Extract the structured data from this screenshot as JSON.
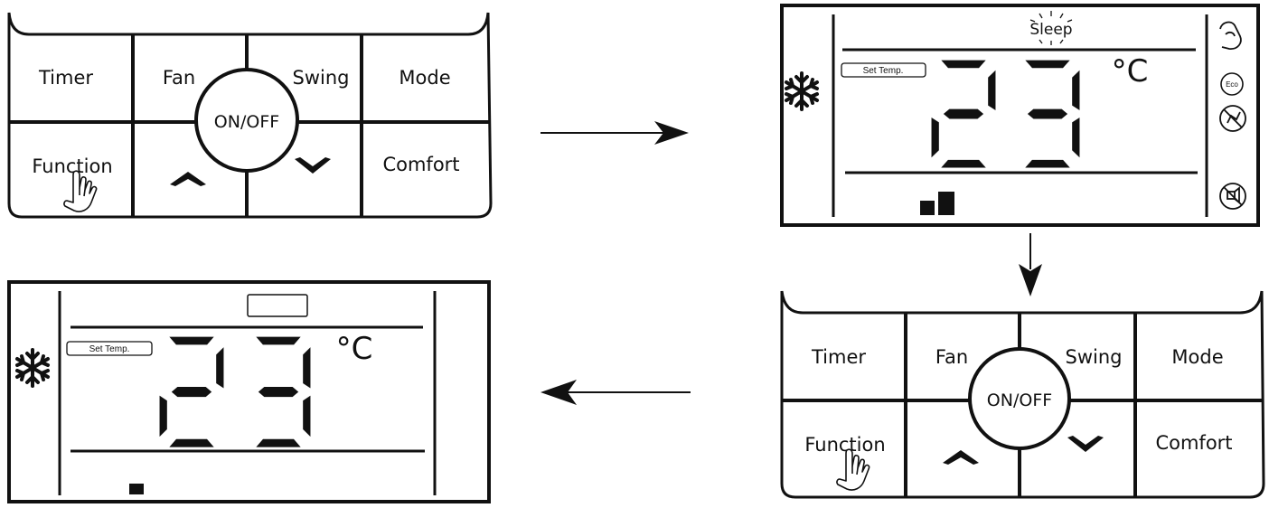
{
  "remote": {
    "timer_label": "Timer",
    "fan_label": "Fan",
    "swing_label": "Swing",
    "mode_label": "Mode",
    "onoff_label": "ON/OFF",
    "function_label": "Function",
    "comfort_label": "Comfort",
    "up_icon": "chevron-up-icon",
    "down_icon": "chevron-down-icon",
    "hand_icon": "pointing-hand-icon"
  },
  "display_sleep": {
    "sleep_label": "Sleep",
    "settemp_label": "Set Temp.",
    "temperature": "23",
    "unit": "°C",
    "eco_label": "Eco",
    "fan_speed_bars": 2
  },
  "display_normal": {
    "settemp_label": "Set Temp.",
    "temperature": "23",
    "unit": "°C",
    "fan_speed_bars": 1
  },
  "colors": {
    "ink": "#111111",
    "paper": "#ffffff"
  }
}
